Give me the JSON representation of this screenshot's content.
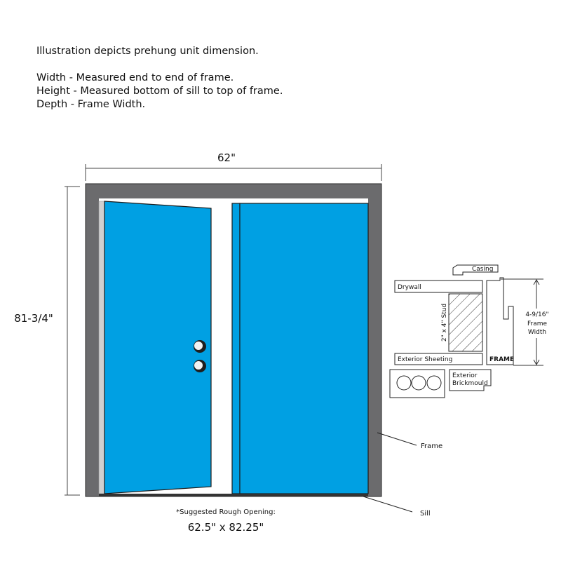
{
  "intro": {
    "line1": "Illustration depicts prehung unit dimension.",
    "line2": "Width - Measured end to end of frame.",
    "line3": "Height - Measured bottom of sill to top of frame.",
    "line4": "Depth - Frame Width."
  },
  "dimensions": {
    "width": "62\"",
    "height": "81-3/4\""
  },
  "labels": {
    "frame": "Frame",
    "sill": "Sill",
    "rough_opening_title": "*Suggested Rough Opening:",
    "rough_opening_value": "62.5\" x 82.25\""
  },
  "detail": {
    "casing": "Casing",
    "drywall": "Drywall",
    "stud": "2\" x 4\" Stud",
    "exterior_sheeting": "Exterior Sheeting",
    "frame": "FRAME",
    "brickmould_line1": "Exterior",
    "brickmould_line2": "Brickmould",
    "frame_width_value": "4-9/16\"",
    "frame_width_line1": "Frame",
    "frame_width_line2": "Width"
  },
  "colors": {
    "door": "#00a0e3",
    "door_edge": "#1b1b1b",
    "frame": "#6b6b6d",
    "jamb_edge": "#c9c9c9"
  }
}
